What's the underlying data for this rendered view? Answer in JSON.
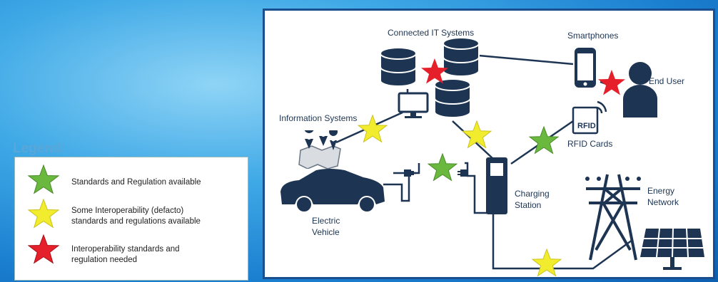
{
  "legend": {
    "title": "Legend:",
    "items": [
      {
        "color": "#6ab83e",
        "line1": "Standards and Regulation available",
        "line2": ""
      },
      {
        "color": "#f2ec2e",
        "line1": "Some Interoperability (defacto)",
        "line2": "standards and regulations available"
      },
      {
        "color": "#e5202a",
        "line1": "Interoperability standards and",
        "line2": "regulation needed"
      }
    ]
  },
  "labels": {
    "connected_it": "Connected IT Systems",
    "smartphones": "Smartphones",
    "end_user": "End User",
    "information_systems": "Information Systems",
    "rfid_cards": "RFID Cards",
    "rfid_text": "RFID",
    "charging_1": "Charging",
    "charging_2": "Station",
    "energy_1": "Energy",
    "energy_2": "Network",
    "ev_1": "Electric",
    "ev_2": "Vehicle"
  },
  "colors": {
    "navy": "#1d3553",
    "green_star": "#6ab83e",
    "yellow_star": "#f2ec2e",
    "red_star": "#e5202a",
    "frame": "#1a4f8f"
  }
}
